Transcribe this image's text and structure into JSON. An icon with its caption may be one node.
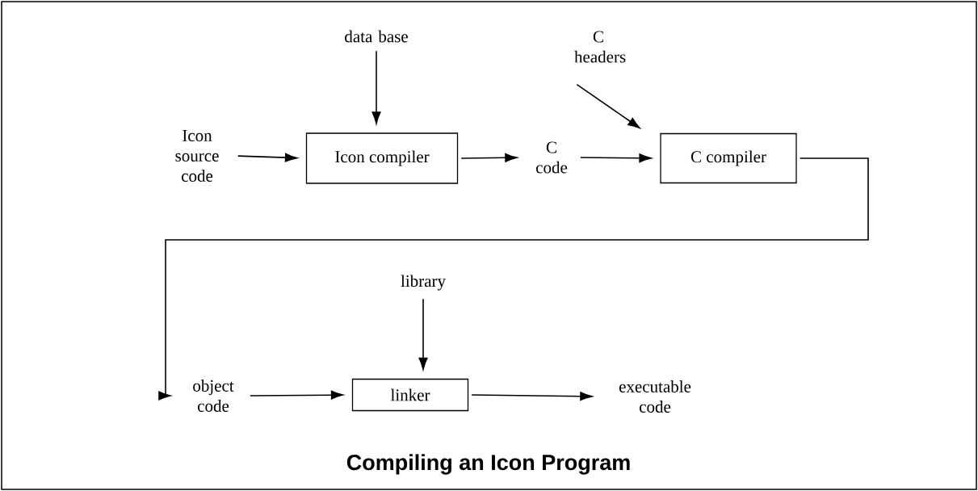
{
  "diagram": {
    "caption": "Compiling an Icon Program",
    "nodes": [
      {
        "text": [
          "Icon source code"
        ]
      },
      {
        "text": [
          "data base"
        ]
      },
      {
        "text": [
          "Icon compiler"
        ]
      },
      {
        "text": [
          "C code"
        ]
      },
      {
        "text": [
          "C headers"
        ]
      },
      {
        "text": [
          "C compiler"
        ]
      },
      {
        "text": [
          "object code"
        ]
      },
      {
        "text": [
          "library"
        ]
      },
      {
        "text": [
          "linker"
        ]
      },
      {
        "text": [
          "executable code"
        ]
      }
    ],
    "edges": [
      {
        "from": 0,
        "to": 2,
        "arrow": "to"
      },
      {
        "from": 1,
        "to": 2,
        "arrow": "to"
      },
      {
        "from": 2,
        "to": 3,
        "arrow": "to"
      },
      {
        "from": 3,
        "to": 5,
        "arrow": "to"
      },
      {
        "from": 4,
        "to": 5,
        "arrow": "to"
      },
      {
        "from": 5,
        "to": 6,
        "arrow": "to"
      },
      {
        "from": 7,
        "to": 8,
        "arrow": "to"
      },
      {
        "from": 6,
        "to": 8,
        "arrow": "to"
      },
      {
        "from": 8,
        "to": 9,
        "arrow": "to"
      }
    ]
  }
}
